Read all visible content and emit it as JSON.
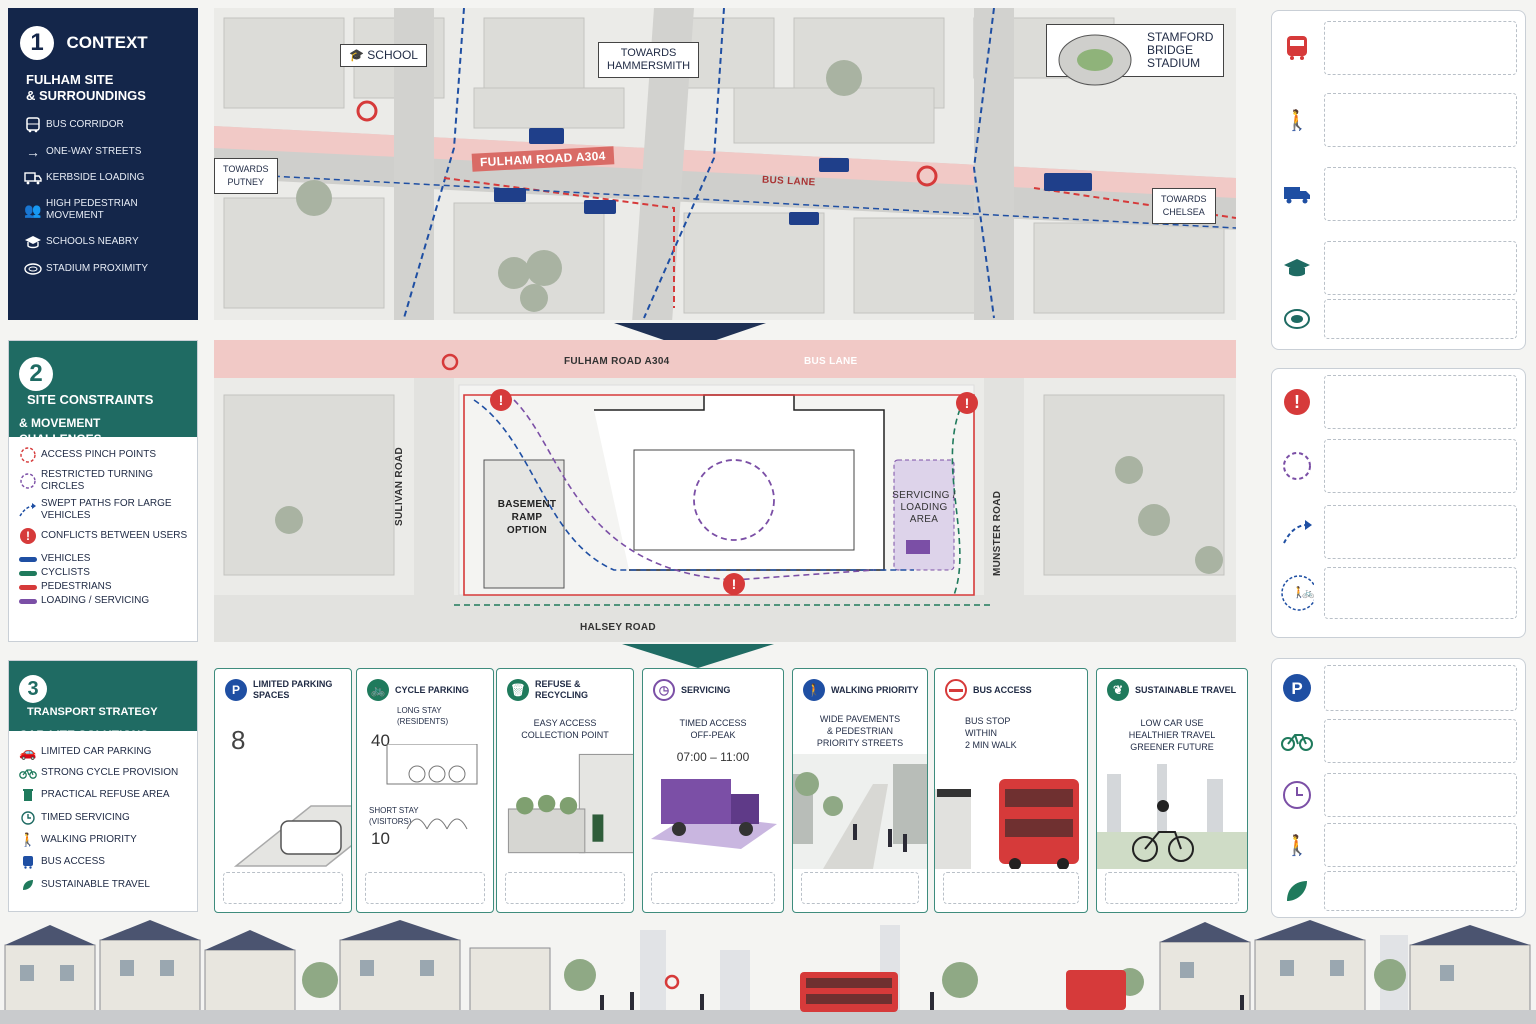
{
  "panel1": {
    "number": "1",
    "title": "CONTEXT",
    "subtitle_l1": "FULHAM SITE",
    "subtitle_l2": "& SURROUNDINGS",
    "legend": [
      {
        "icon": "bus-icon",
        "label": "BUS CORRIDOR"
      },
      {
        "icon": "arrow-right-icon",
        "label": "ONE-WAY STREETS"
      },
      {
        "icon": "truck-icon",
        "label": "KERBSIDE LOADING"
      },
      {
        "icon": "pedestrians-icon",
        "label": "HIGH PEDESTRIAN MOVEMENT"
      },
      {
        "icon": "graduation-cap-icon",
        "label": "SCHOOLS NEABRY"
      },
      {
        "icon": "stadium-icon",
        "label": "STADIUM PROXIMITY"
      }
    ]
  },
  "panel2": {
    "number": "2",
    "title": "SITE CONSTRAINTS",
    "subtitle_l1": "& MOVEMENT",
    "subtitle_l2": "CHALLENGES",
    "legend": [
      {
        "icon": "dashed-circle-red-icon",
        "label": "ACCESS PINCH POINTS"
      },
      {
        "icon": "dashed-circle-purple-icon",
        "label": "RESTRICTED TURNING CIRCLES"
      },
      {
        "icon": "swept-path-arrow-icon",
        "label": "SWEPT PATHS FOR LARGE VEHICLES"
      },
      {
        "icon": "exclamation-icon",
        "label": "CONFLICTS BETWEEN USERS"
      }
    ],
    "swatches": [
      {
        "label": "VEHICLES",
        "color": "#1f4fa3"
      },
      {
        "label": "CYCLISTS",
        "color": "#1f7a5c"
      },
      {
        "label": "PEDESTRIANS",
        "color": "#d63a3a"
      },
      {
        "label": "LOADING / SERVICING",
        "color": "#7b4fa6"
      }
    ]
  },
  "panel3": {
    "number": "3",
    "title": "TRANSPORT STRATEGY",
    "subtitle": "CAR-LITE SOLUTIONS",
    "legend": [
      {
        "icon": "car-icon",
        "label": "LIMITED CAR PARKING"
      },
      {
        "icon": "bicycle-icon",
        "label": "STRONG CYCLE PROVISION"
      },
      {
        "icon": "bin-icon",
        "label": "PRACTICAL REFUSE AREA"
      },
      {
        "icon": "clock-icon",
        "label": "TIMED SERVICING"
      },
      {
        "icon": "walking-icon",
        "label": "WALKING PRIORITY"
      },
      {
        "icon": "bus-icon",
        "label": "BUS ACCESS"
      },
      {
        "icon": "leaf-icon",
        "label": "SUSTAINABLE TRAVEL"
      }
    ]
  },
  "map1": {
    "school": "SCHOOL",
    "towards_hammersmith_l1": "TOWARDS",
    "towards_hammersmith_l2": "HAMMERSMITH",
    "stadium_l1": "STAMFORD",
    "stadium_l2": "BRIDGE",
    "stadium_l3": "STADIUM",
    "towards_putney_l1": "TOWARDS",
    "towards_putney_l2": "PUTNEY",
    "towards_chelsea_l1": "TOWARDS",
    "towards_chelsea_l2": "CHELSEA",
    "road": "FULHAM ROAD  A304",
    "bus_lane": "BUS LANE"
  },
  "map2": {
    "road_top": "FULHAM ROAD  A304",
    "bus_lane": "BUS LANE",
    "road_left": "SULIVAN ROAD",
    "road_right": "MUNSTER ROAD",
    "road_bottom": "HALSEY ROAD",
    "ramp_l1": "BASEMENT",
    "ramp_l2": "RAMP",
    "ramp_l3": "OPTION",
    "servicing_l1": "SERVICING /",
    "servicing_l2": "LOADING",
    "servicing_l3": "AREA"
  },
  "cards": [
    {
      "title_l1": "LIMITED PARKING",
      "title_l2": "SPACES",
      "icon": "parking-icon",
      "color": "#1f4fa3",
      "text": "",
      "value": "8"
    },
    {
      "title_l1": "CYCLE PARKING",
      "title_l2": "",
      "icon": "bicycle-icon",
      "color": "#1f7a5c",
      "long_l1": "LONG STAY",
      "long_l2": "(RESIDENTS)",
      "long_value": "40",
      "short_l1": "SHORT STAY",
      "short_l2": "(VISITORS)",
      "short_value": "10"
    },
    {
      "title_l1": "REFUSE & RECYCLING",
      "title_l2": "",
      "icon": "bin-icon",
      "color": "#1f7a5c",
      "text_l1": "EASY ACCESS",
      "text_l2": "COLLECTION POINT"
    },
    {
      "title_l1": "SERVICING",
      "title_l2": "",
      "icon": "clock-icon",
      "color": "#7b4fa6",
      "text_l1": "TIMED ACCESS",
      "text_l2": "OFF-PEAK",
      "time": "07:00 – 11:00"
    },
    {
      "title_l1": "WALKING PRIORITY",
      "title_l2": "",
      "icon": "walking-icon",
      "color": "#1f4fa3",
      "text_l1": "WIDE PAVEMENTS",
      "text_l2": "& PEDESTRIAN",
      "text_l3": "PRIORITY STREETS"
    },
    {
      "title_l1": "BUS ACCESS",
      "title_l2": "",
      "icon": "roundel-icon",
      "color": "#d63a3a",
      "text_l1": "BUS STOP",
      "text_l2": "WITHIN",
      "text_l3": "2 MIN WALK"
    },
    {
      "title_l1": "SUSTAINABLE TRAVEL",
      "title_l2": "",
      "icon": "leaf-icon",
      "color": "#1f7a5c",
      "text_l1": "LOW CAR USE",
      "text_l2": "HEALTHIER TRAVEL",
      "text_l3": "GREENER FUTURE"
    }
  ],
  "colors": {
    "navy": "#14264a",
    "teal": "#1f6b63",
    "red": "#d63a3a",
    "purple": "#7b4fa6",
    "blue": "#1f4fa3",
    "green": "#1f7a5c",
    "road_red": "#f1c9c6"
  }
}
